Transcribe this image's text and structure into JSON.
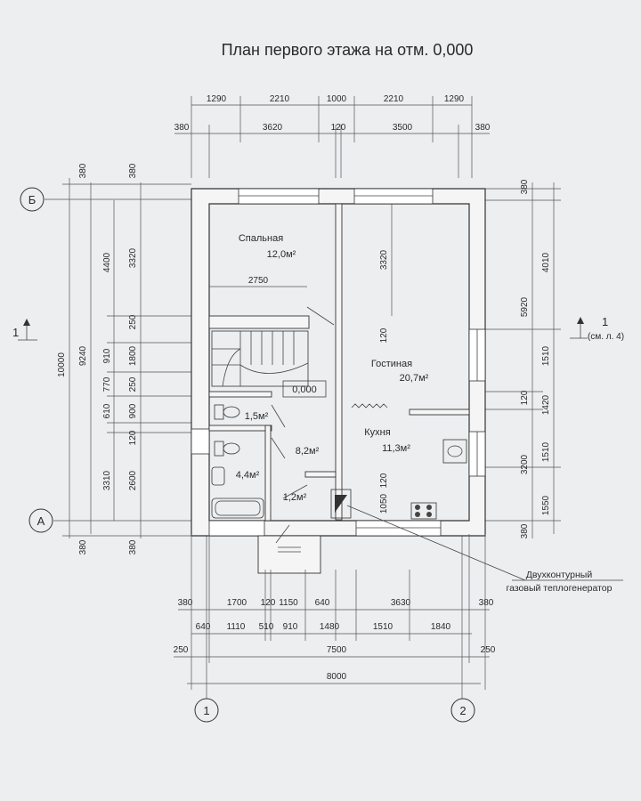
{
  "title": "План  первого этажа на отм. 0,000",
  "rooms": {
    "bedroom_name": "Спальная",
    "bedroom_area": "12,0м²",
    "living_name": "Гостиная",
    "living_area": "20,7м²",
    "kitchen_name": "Кухня",
    "kitchen_area": "11,3м²",
    "wc_area": "1,5м²",
    "hall_area": "8,2м²",
    "bath_area": "4,4м²",
    "vestibule_area": "1,2м²",
    "level": "0,000"
  },
  "axes": {
    "b": "Б",
    "a": "А",
    "one": "1",
    "two": "2"
  },
  "section": {
    "left": "1",
    "right": "1",
    "ref": "(см. л. 4)"
  },
  "annotation": {
    "line1": "Двухконтурный",
    "line2": "газовый теплогенератор"
  },
  "dims_top_row1": [
    "1290",
    "2210",
    "1000",
    "2210",
    "1290"
  ],
  "dims_top_row2": [
    "380",
    "3620",
    "120",
    "3500",
    "380"
  ],
  "dims_bottom_row1": [
    "380",
    "1700",
    "120",
    "1150",
    "640",
    "3630",
    "380"
  ],
  "dims_bottom_row2": [
    "640",
    "1110",
    "510",
    "910",
    "1480",
    "1510",
    "1840"
  ],
  "dims_bottom_row3": [
    "250",
    "7500",
    "250"
  ],
  "dims_bottom_row4": [
    "8000"
  ],
  "dims_left_outer": [
    "10000"
  ],
  "dims_left_2": [
    "380",
    "9240",
    "380"
  ],
  "dims_left_3": [
    "4400",
    "910",
    "770",
    "610",
    "3310"
  ],
  "dims_left_4": [
    "380",
    "3320",
    "250",
    "1800",
    "250",
    "900",
    "120",
    "2600",
    "380"
  ],
  "dims_right_outer": [
    "380",
    "5920",
    "120",
    "3200",
    "380"
  ],
  "dims_right_inner": [
    "4010",
    "1510",
    "1420",
    "1510",
    "1550"
  ],
  "dims_inner": {
    "bedroom_width": "2750",
    "living_depth": "3320",
    "wall_120a": "120",
    "wall_120b": "120",
    "kitchen_1050": "1050"
  }
}
